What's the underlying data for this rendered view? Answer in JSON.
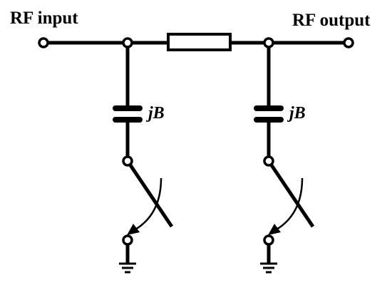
{
  "diagram": {
    "input_label": "RF input",
    "output_label": "RF output",
    "shunts": [
      {
        "susceptance_label": "jB",
        "switch_icon": "switch-arm-icon",
        "ground_icon": "ground-icon"
      },
      {
        "susceptance_label": "jB",
        "switch_icon": "switch-arm-icon",
        "ground_icon": "ground-icon"
      }
    ],
    "series_element_icon": "resistor-icon",
    "capacitor_icon": "capacitor-icon"
  }
}
